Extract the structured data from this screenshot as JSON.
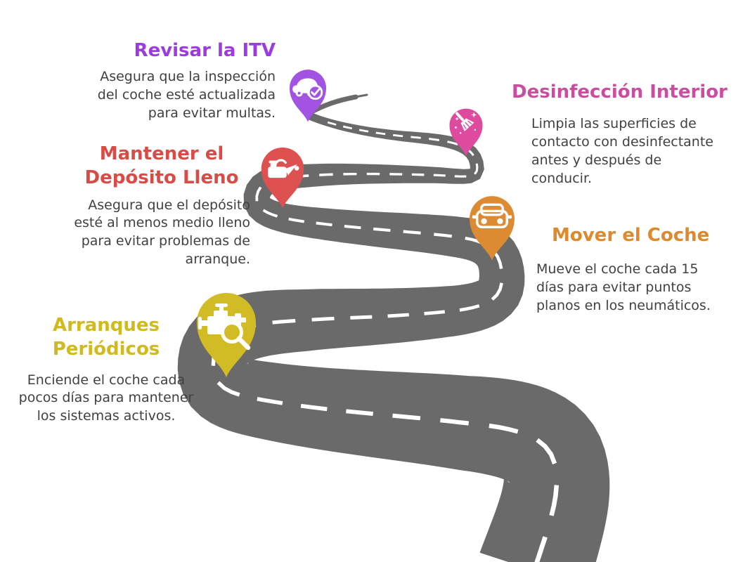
{
  "figure": {
    "kind": "roadmap-infographic",
    "language": "es",
    "background": "#ffffff"
  },
  "road": {
    "color": "#6a6a6a",
    "dash_color": "#ffffff"
  },
  "colors": {
    "body_text": "#414141"
  },
  "items": [
    {
      "key": "itv",
      "title": "Revisar la ITV",
      "description": "Asegura que la inspección del coche esté actualizada para evitar multas.",
      "color": "#a253e2",
      "title_color": "#9c3ce0",
      "icon": "car-check-icon"
    },
    {
      "key": "desinfeccion",
      "title": "Desinfección Interior",
      "description": "Limpia las superficies de contacto con desinfectante antes y después de conducir.",
      "color": "#dd4a9e",
      "title_color": "#cb4d9f",
      "icon": "cleaning-brush-icon"
    },
    {
      "key": "deposito",
      "title": "Mantener el Depósito Lleno",
      "description": "Asegura que el depósito esté al menos medio lleno para evitar problemas de arranque.",
      "color": "#dd5150",
      "title_color": "#d94b45",
      "icon": "oil-can-icon"
    },
    {
      "key": "mover",
      "title": "Mover el Coche",
      "description": "Mueve el coche cada 15 días para evitar puntos planos en los neumáticos.",
      "color": "#dd8b33",
      "title_color": "#dd8a2f",
      "icon": "car-front-icon"
    },
    {
      "key": "arranques",
      "title": "Arranques Periódicos",
      "description": "Enciende el coche cada pocos días para mantener los sistemas activos.",
      "color": "#d2bc25",
      "title_color": "#d0ba1d",
      "icon": "engine-search-icon"
    }
  ]
}
